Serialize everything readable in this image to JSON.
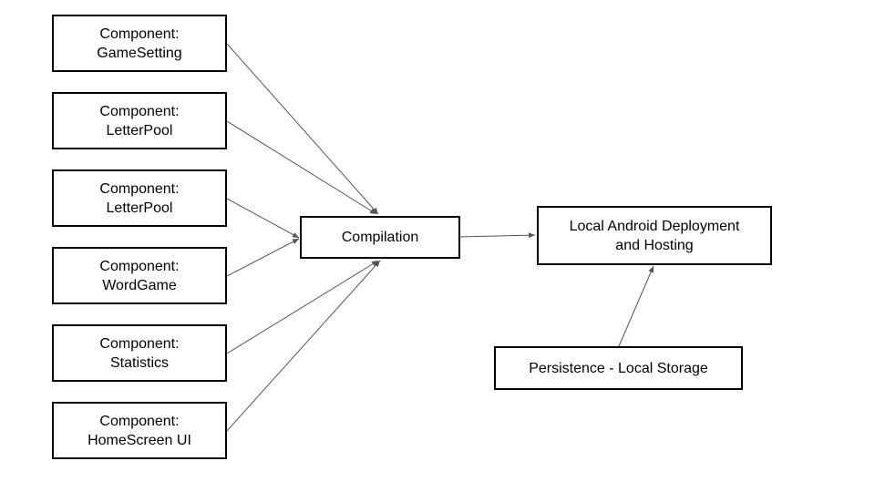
{
  "components": [
    {
      "line1": "Component:",
      "line2": "GameSetting"
    },
    {
      "line1": "Component:",
      "line2": "LetterPool"
    },
    {
      "line1": "Component:",
      "line2": "LetterPool"
    },
    {
      "line1": "Component:",
      "line2": "WordGame"
    },
    {
      "line1": "Component:",
      "line2": "Statistics"
    },
    {
      "line1": "Component:",
      "line2": "HomeScreen UI"
    }
  ],
  "compilation": {
    "label": "Compilation"
  },
  "deployment": {
    "line1": "Local Android Deployment",
    "line2": "and Hosting"
  },
  "persistence": {
    "label": "Persistence - Local Storage"
  },
  "colors": {
    "border": "#000000",
    "arrow": "#555555",
    "background": "#ffffff"
  }
}
